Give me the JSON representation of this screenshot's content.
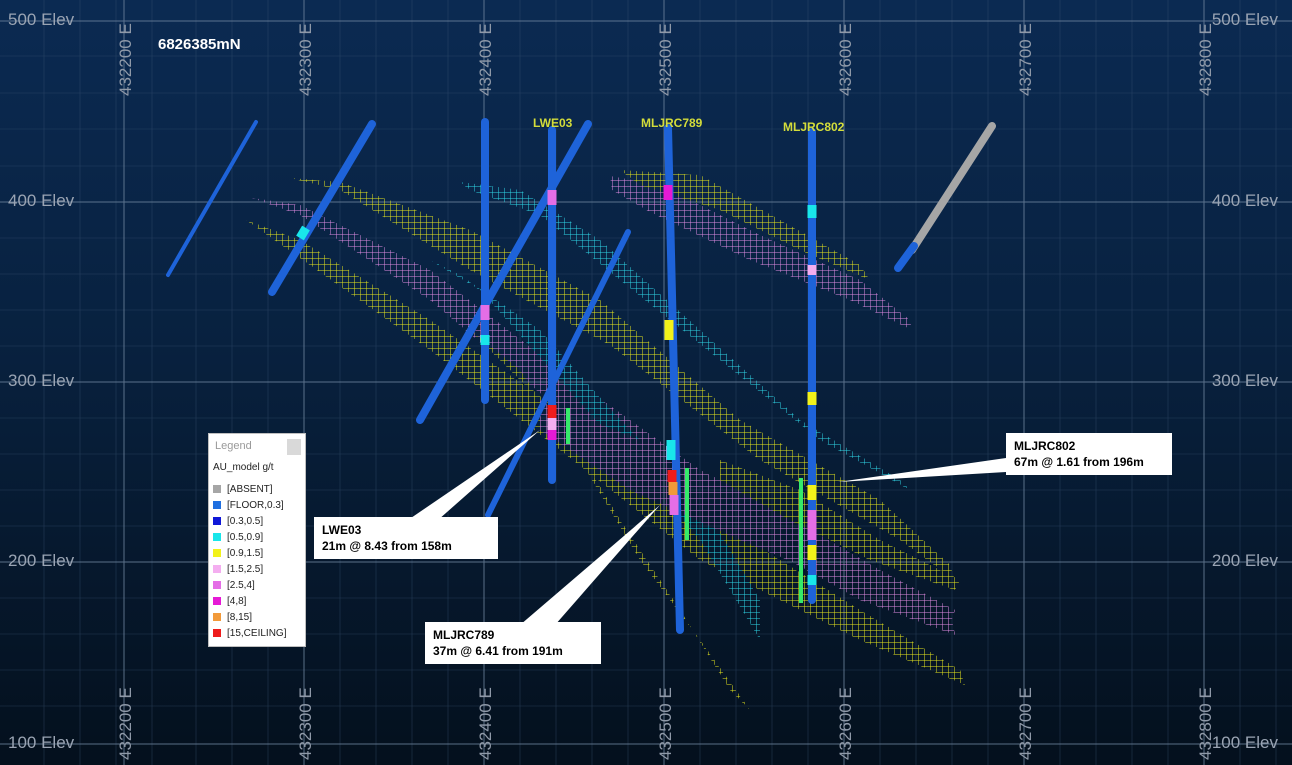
{
  "section_label": "6826385mN",
  "elevations": {
    "e500": "500 Elev",
    "e400": "400 Elev",
    "e300": "300 Elev",
    "e200": "200 Elev",
    "e100": "100 Elev"
  },
  "eastings": {
    "e200": "432200 E",
    "e300": "432300 E",
    "e400": "432400 E",
    "e500": "432500 E",
    "e600": "432600 E",
    "e700": "432700 E",
    "e800": "432800 E"
  },
  "holes": {
    "lwe03": "LWE03",
    "mljrc789": "MLJRC789",
    "mljrc802": "MLJRC802"
  },
  "callouts": {
    "lwe03": {
      "name": "LWE03",
      "result": "21m @ 8.43 from 158m"
    },
    "mljrc789": {
      "name": "MLJRC789",
      "result": "37m @ 6.41 from 191m"
    },
    "mljrc802": {
      "name": "MLJRC802",
      "result": "67m @ 1.61 from 196m"
    }
  },
  "legend": {
    "title": "Legend",
    "subtitle": "AU_model g/t",
    "items": [
      {
        "label": "[ABSENT]",
        "color": "#a6a6a6"
      },
      {
        "label": "[FLOOR,0.3]",
        "color": "#1f6fe0"
      },
      {
        "label": "[0.3,0.5]",
        "color": "#1018d8"
      },
      {
        "label": "[0.5,0.9]",
        "color": "#19e6ea"
      },
      {
        "label": "[0.9,1.5]",
        "color": "#f2f21a"
      },
      {
        "label": "[1.5,2.5]",
        "color": "#f4aef0"
      },
      {
        "label": "[2.5,4]",
        "color": "#e46ee6"
      },
      {
        "label": "[4,8]",
        "color": "#e61ad6"
      },
      {
        "label": "[8,15]",
        "color": "#f29a3a"
      },
      {
        "label": "[15,CEILING]",
        "color": "#ee1c1c"
      }
    ]
  }
}
